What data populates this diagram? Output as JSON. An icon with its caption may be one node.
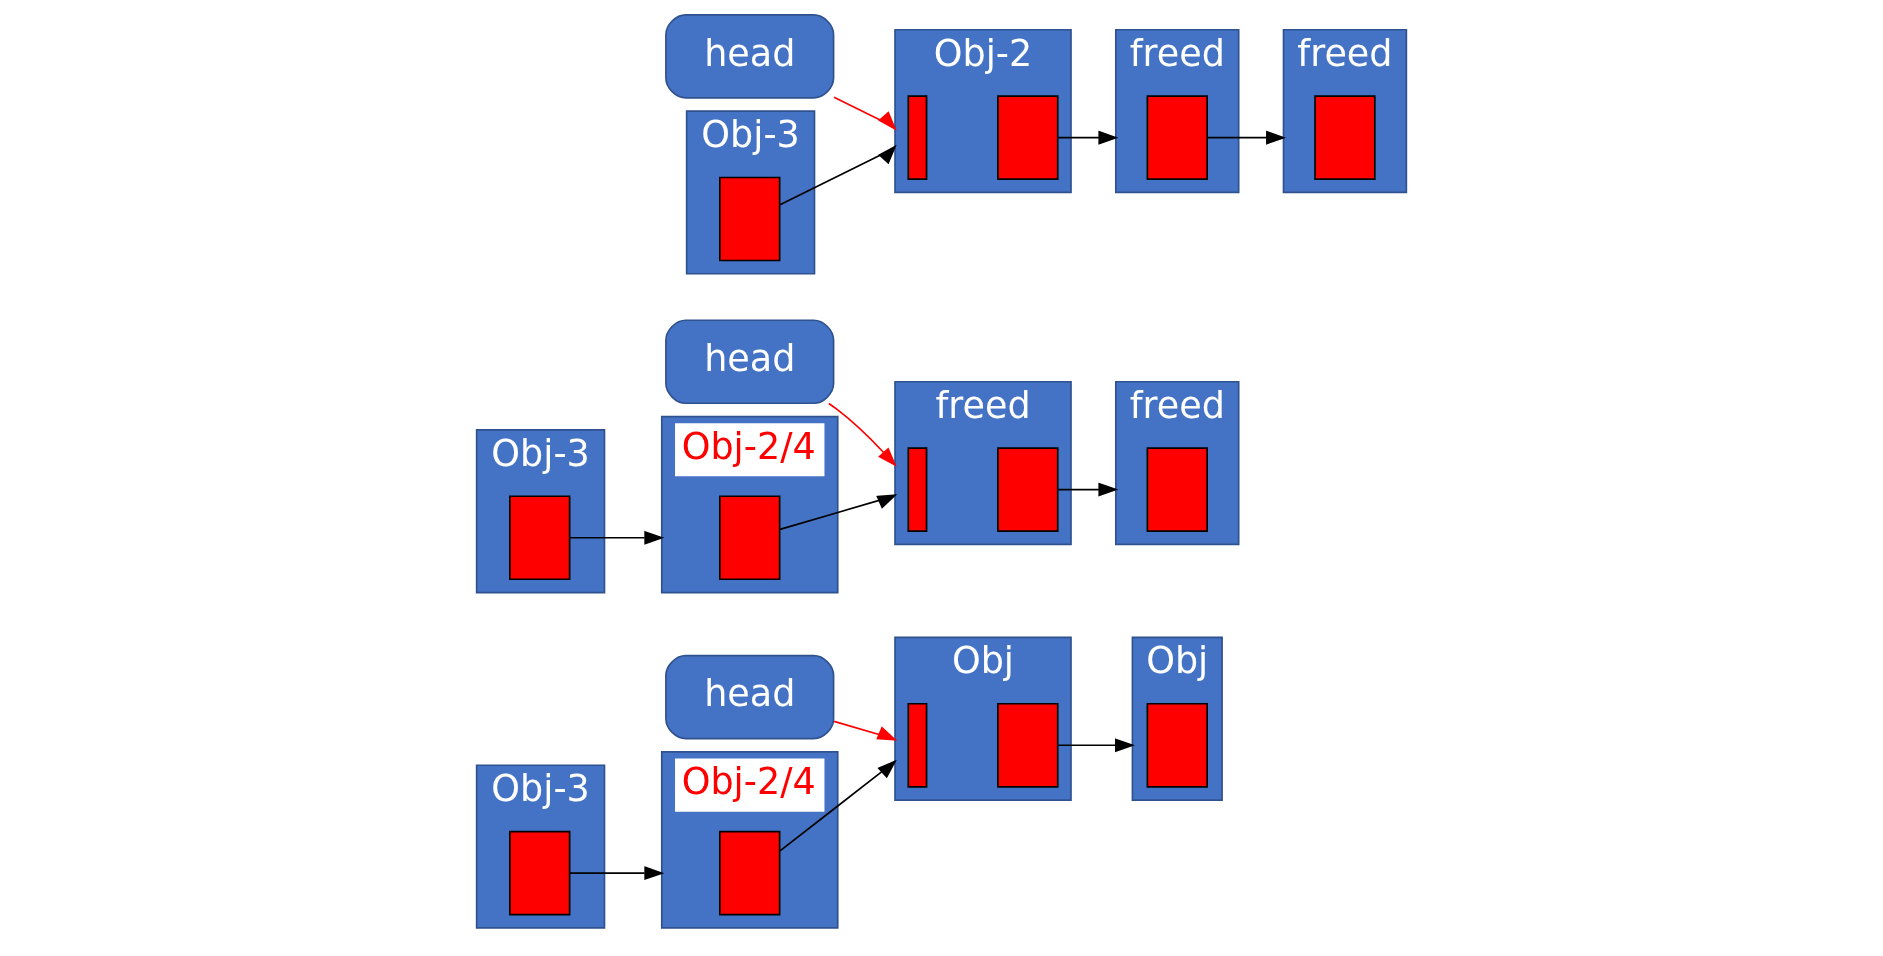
{
  "diagram": {
    "nodes": [
      {
        "text": [
          "head"
        ]
      },
      {
        "text": [
          "Obj-2"
        ]
      },
      {
        "text": [],
        "shape": "box",
        "in": 1
      },
      {
        "text": [],
        "shape": "box",
        "in": 1
      },
      {
        "text": [
          "freed"
        ]
      },
      {
        "text": [],
        "shape": "box",
        "in": 4
      },
      {
        "text": [
          "freed"
        ]
      },
      {
        "text": [],
        "shape": "box",
        "in": 6
      },
      {
        "text": [
          "Obj-3"
        ]
      },
      {
        "text": [],
        "shape": "box",
        "in": 8
      },
      {
        "text": [
          "head"
        ]
      },
      {
        "text": [
          "freed"
        ]
      },
      {
        "text": [],
        "shape": "box",
        "in": 11
      },
      {
        "text": [],
        "shape": "box",
        "in": 11
      },
      {
        "text": [
          "freed"
        ]
      },
      {
        "text": [],
        "shape": "box",
        "in": 14
      },
      {
        "text": [
          "Obj-3"
        ]
      },
      {
        "text": [],
        "shape": "box",
        "in": 16
      },
      {
        "text": [
          "Obj-2/4"
        ]
      },
      {
        "text": [],
        "shape": "box",
        "in": 18
      },
      {
        "text": [
          "head"
        ]
      },
      {
        "text": [
          "Obj"
        ]
      },
      {
        "text": [],
        "shape": "box",
        "in": 21
      },
      {
        "text": [],
        "shape": "box",
        "in": 21
      },
      {
        "text": [
          "Obj"
        ]
      },
      {
        "text": [],
        "shape": "box",
        "in": 24
      },
      {
        "text": [
          "Obj-3"
        ]
      },
      {
        "text": [],
        "shape": "box",
        "in": 26
      },
      {
        "text": [
          "Obj-2/4"
        ]
      },
      {
        "text": [],
        "shape": "box",
        "in": 28
      }
    ],
    "edges": [
      {
        "from": 0,
        "to": 1,
        "arrow": "to",
        "color": "#ff0000"
      },
      {
        "from": 9,
        "to": 1,
        "arrow": "to"
      },
      {
        "from": 3,
        "to": 4,
        "arrow": "to"
      },
      {
        "from": 5,
        "to": 6,
        "arrow": "to"
      },
      {
        "from": 10,
        "to": 11,
        "arrow": "to",
        "color": "#ff0000"
      },
      {
        "from": 13,
        "to": 14,
        "arrow": "to"
      },
      {
        "from": 17,
        "to": 18,
        "arrow": "to"
      },
      {
        "from": 19,
        "to": 11,
        "arrow": "to"
      },
      {
        "from": 20,
        "to": 21,
        "arrow": "to",
        "color": "#ff0000"
      },
      {
        "from": 23,
        "to": 24,
        "arrow": "to"
      },
      {
        "from": 27,
        "to": 28,
        "arrow": "to"
      },
      {
        "from": 29,
        "to": 21,
        "arrow": "to"
      }
    ]
  }
}
